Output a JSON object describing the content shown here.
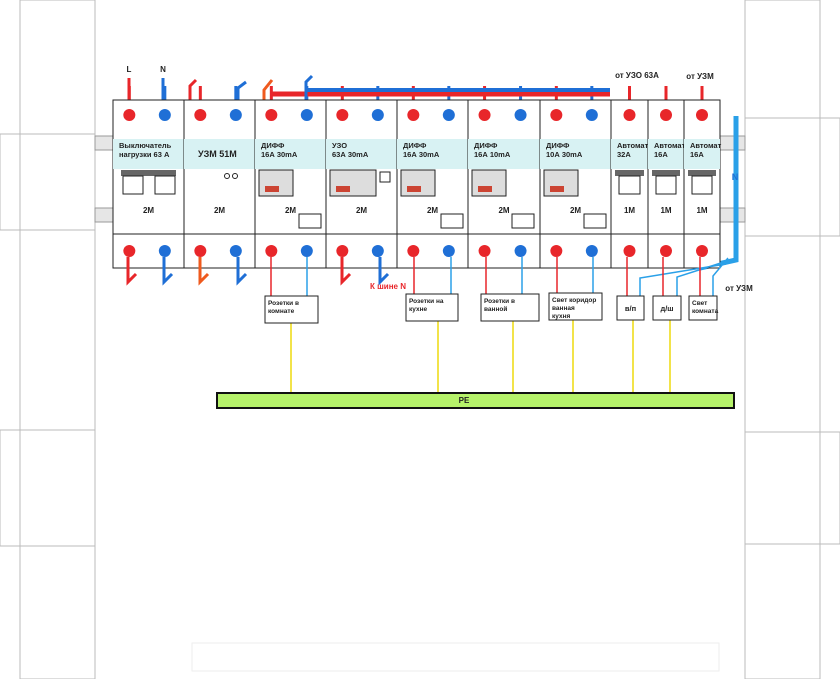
{
  "colors": {
    "phase": "#e8262a",
    "neutral": "#1f6fd6",
    "phase_orange": "#ef5a1e",
    "pe_wire": "#f2e34a",
    "pe_bar": "#b6f26a",
    "label_band": "#d8f2f3",
    "line": "#222222",
    "rail": "#e6e6e6"
  },
  "supply": {
    "l": "L",
    "n": "N"
  },
  "modules": [
    {
      "label_lines": [
        "Выключатель",
        "нагрузки 63 А"
      ],
      "width_text": "2M"
    },
    {
      "label_lines": [
        "УЗМ 51М"
      ],
      "width_text": "2M"
    },
    {
      "label_lines": [
        "ДИФФ",
        "16А 30mA"
      ],
      "width_text": "2M"
    },
    {
      "label_lines": [
        "УЗО",
        "63А 30mA"
      ],
      "width_text": "2M"
    },
    {
      "label_lines": [
        "ДИФФ",
        "16А 30mA"
      ],
      "width_text": "2M"
    },
    {
      "label_lines": [
        "ДИФФ",
        "16А 10mA"
      ],
      "width_text": "2M"
    },
    {
      "label_lines": [
        "ДИФФ",
        "10А 30mA"
      ],
      "width_text": "2M"
    },
    {
      "label_lines": [
        "Автомат",
        "32А"
      ],
      "width_text": "1M"
    },
    {
      "label_lines": [
        "Автомат",
        "16А"
      ],
      "width_text": "1M"
    },
    {
      "label_lines": [
        "Автомат",
        "16А"
      ],
      "width_text": "1M"
    }
  ],
  "top_notes": {
    "from_uzo": "от УЗО 63А",
    "from_uzm": "от УЗМ"
  },
  "neutral_bus_label": "N",
  "to_n_bus": "К шине N",
  "from_uzm_bottom": "от УЗМ",
  "loads": [
    {
      "lines": [
        "Розетки в",
        "комнате"
      ]
    },
    {
      "lines": [
        "Розетки на",
        "кухне"
      ]
    },
    {
      "lines": [
        "Розетки в",
        "ванной"
      ]
    },
    {
      "lines": [
        "Свет коридор",
        "ванная",
        "кухня"
      ]
    },
    {
      "lines": [
        "в/п"
      ]
    },
    {
      "lines": [
        "д/ш"
      ]
    },
    {
      "lines": [
        "Свет",
        "комната"
      ]
    }
  ],
  "pe_bus": {
    "label": "PE"
  }
}
